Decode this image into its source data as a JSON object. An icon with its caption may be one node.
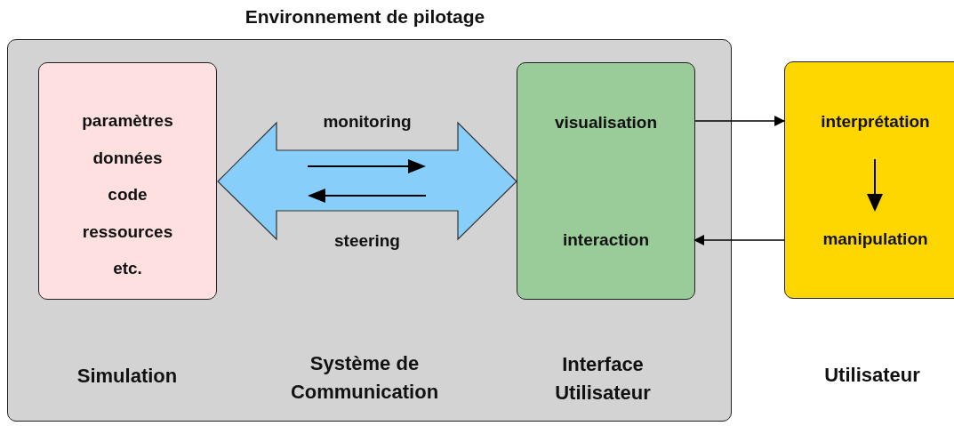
{
  "diagram": {
    "nodes": [
      {
        "text": [
          "Environnement de pilotage"
        ]
      },
      {
        "text": [
          "paramètres",
          "données",
          "code",
          "ressources",
          "etc."
        ],
        "in": 0,
        "beside": [
          "Simulation"
        ]
      },
      {
        "text": [
          "monitoring",
          "steering"
        ],
        "in": 0
      },
      {
        "text": [
          "visualisation",
          "interaction"
        ],
        "in": 0,
        "beside": [
          "Interface Utilisateur"
        ]
      },
      {
        "text": [
          "interprétation",
          "manipulation"
        ],
        "beside": [
          "Utilisateur"
        ]
      }
    ],
    "edges": [
      {
        "from": 3,
        "to": 4,
        "arrow": "to"
      },
      {
        "from": 4,
        "to": 3,
        "arrow": "to"
      }
    ],
    "labels": [
      "Système de Communication"
    ]
  }
}
